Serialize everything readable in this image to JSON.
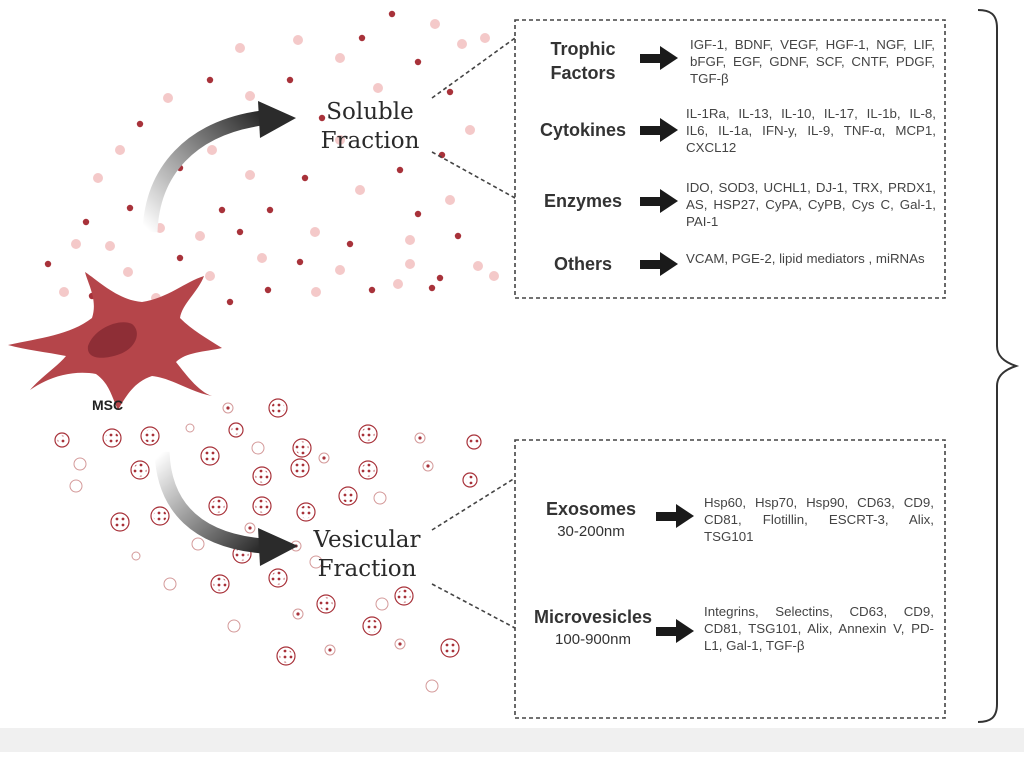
{
  "cell_label": "MSC",
  "fractions": {
    "soluble": [
      "Soluble",
      "Fraction"
    ],
    "vesicular": [
      "Vesicular",
      "Fraction"
    ]
  },
  "soluble_box": [
    {
      "category": [
        "Trophic",
        "Factors"
      ],
      "items": "IGF-1, BDNF, VEGF, HGF-1, NGF, LIF, bFGF, EGF, GDNF, SCF, CNTF, PDGF, TGF-β"
    },
    {
      "category": [
        "Cytokines"
      ],
      "items": "IL-1Ra, IL-13, IL-10, IL-17, IL-1b, IL-8, IL6, IL-1a, IFN-y, IL-9, TNF-α, MCP1, CXCL12"
    },
    {
      "category": [
        "Enzymes"
      ],
      "items": "IDO, SOD3, UCHL1, DJ-1, TRX, PRDX1, AS, HSP27, CyPA, CyPB, Cys C, Gal-1, PAI-1"
    },
    {
      "category": [
        "Others"
      ],
      "items": "VCAM, PGE-2, lipid mediators , miRNAs"
    }
  ],
  "vesicular_box": [
    {
      "category": "Exosomes",
      "size": "30-200nm",
      "items": "Hsp60, Hsp70, Hsp90, CD63, CD9, CD81, Flotillin, ESCRT-3, Alix, TSG101"
    },
    {
      "category": "Microvesicles",
      "size": "100-900nm",
      "items": "Integrins, Selectins, CD63, CD9, CD81, TSG101, Alix, Annexin V, PD-L1, Gal-1, TGF-β"
    }
  ],
  "colors": {
    "cell": "#b5454a",
    "nucleus": "#8e2e36",
    "dot_dark": "#a8323a",
    "dot_light": "#f4c9c9",
    "arrow": "#2b2b2b",
    "dash": "#444444"
  }
}
